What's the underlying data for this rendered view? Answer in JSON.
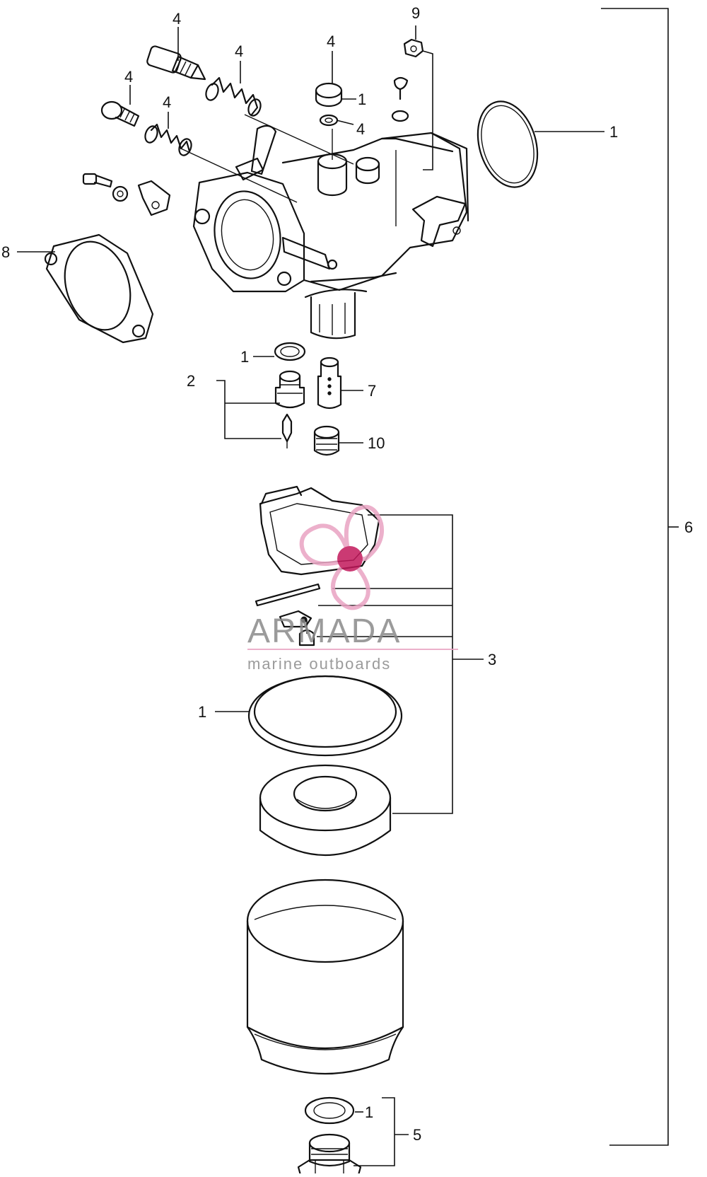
{
  "callouts": {
    "c_4a": "4",
    "c_4b": "4",
    "c_4c": "4",
    "c_4d": "4",
    "c_4e": "4",
    "c_4f": "4",
    "c_9": "9",
    "c_1_top": "1",
    "c_1_gasket_right": "1",
    "c_8": "8",
    "c_1_washer": "1",
    "c_2": "2",
    "c_7": "7",
    "c_10": "10",
    "c_6": "6",
    "c_3": "3",
    "c_1_oring": "1",
    "c_1_bottom": "1",
    "c_5": "5"
  },
  "watermark": {
    "brand": "ARMADA",
    "tagline": "marine outboards",
    "color_text": "#8a8a8a",
    "color_logo": "#e9a3c2",
    "color_accent": "#c2185b"
  }
}
